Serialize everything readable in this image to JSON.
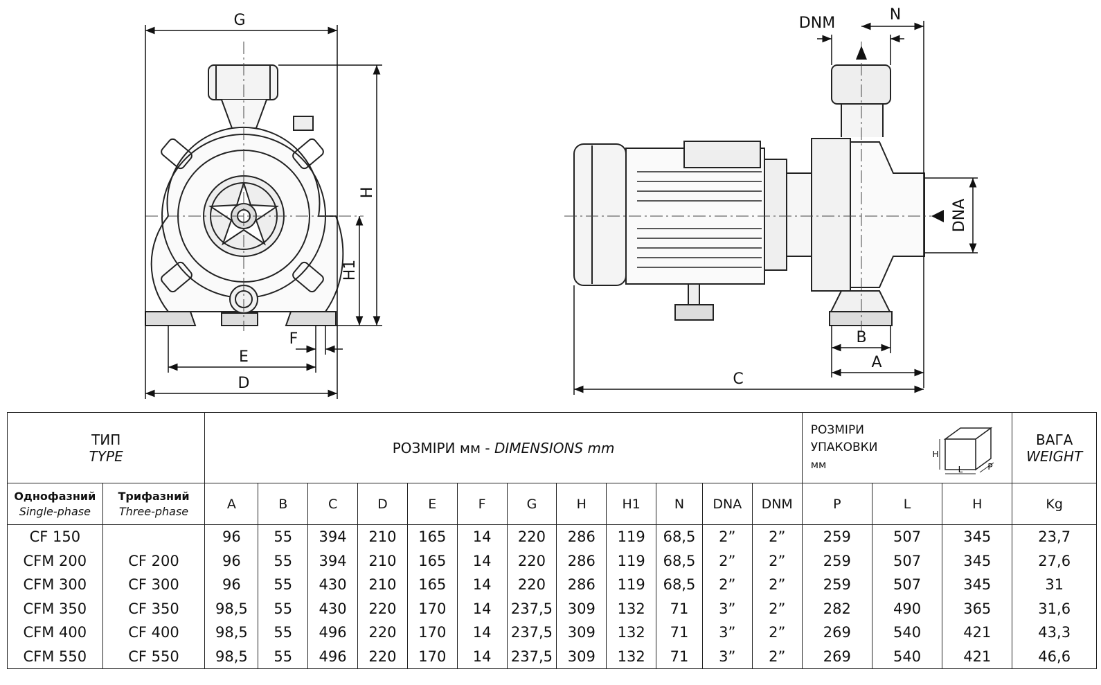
{
  "drawing": {
    "front_view_labels": {
      "G": "G",
      "H": "H",
      "H1": "H1",
      "E": "E",
      "F": "F",
      "D": "D"
    },
    "side_view_labels": {
      "DNM": "DNM",
      "N": "N",
      "DNA": "DNA",
      "B": "B",
      "A": "A",
      "C": "C"
    }
  },
  "table": {
    "type_label": "ТИП",
    "type_label_en": "TYPE",
    "dimensions_label": "РОЗМІРИ мм - ",
    "dimensions_label_en": "DIMENSIONS mm",
    "packing_label": [
      "РОЗМІРИ",
      "УПАКОВКИ",
      "мм"
    ],
    "packing_icon_labels": {
      "H": "H",
      "L": "L",
      "P": "P"
    },
    "weight_label": "ВАГА",
    "weight_label_en": "WEIGHT",
    "single_phase": "Однофазний",
    "single_phase_en": "Single-phase",
    "three_phase": "Трифазний",
    "three_phase_en": "Three-phase",
    "columns": [
      "A",
      "B",
      "C",
      "D",
      "E",
      "F",
      "G",
      "H",
      "H1",
      "N",
      "DNA",
      "DNM",
      "P",
      "L",
      "H",
      "Kg"
    ],
    "rows": [
      [
        "CF 150",
        "",
        "96",
        "55",
        "394",
        "210",
        "165",
        "14",
        "220",
        "286",
        "119",
        "68,5",
        "2”",
        "2”",
        "259",
        "507",
        "345",
        "23,7"
      ],
      [
        "CFM 200",
        "CF 200",
        "96",
        "55",
        "394",
        "210",
        "165",
        "14",
        "220",
        "286",
        "119",
        "68,5",
        "2”",
        "2”",
        "259",
        "507",
        "345",
        "27,6"
      ],
      [
        "CFM 300",
        "CF 300",
        "96",
        "55",
        "430",
        "210",
        "165",
        "14",
        "220",
        "286",
        "119",
        "68,5",
        "2”",
        "2”",
        "259",
        "507",
        "345",
        "31"
      ],
      [
        "CFM 350",
        "CF 350",
        "98,5",
        "55",
        "430",
        "220",
        "170",
        "14",
        "237,5",
        "309",
        "132",
        "71",
        "3”",
        "2”",
        "282",
        "490",
        "365",
        "31,6"
      ],
      [
        "CFM 400",
        "CF 400",
        "98,5",
        "55",
        "496",
        "220",
        "170",
        "14",
        "237,5",
        "309",
        "132",
        "71",
        "3”",
        "2”",
        "269",
        "540",
        "421",
        "43,3"
      ],
      [
        "CFM 550",
        "CF 550",
        "98,5",
        "55",
        "496",
        "220",
        "170",
        "14",
        "237,5",
        "309",
        "132",
        "71",
        "3”",
        "2”",
        "269",
        "540",
        "421",
        "46,6"
      ]
    ]
  }
}
